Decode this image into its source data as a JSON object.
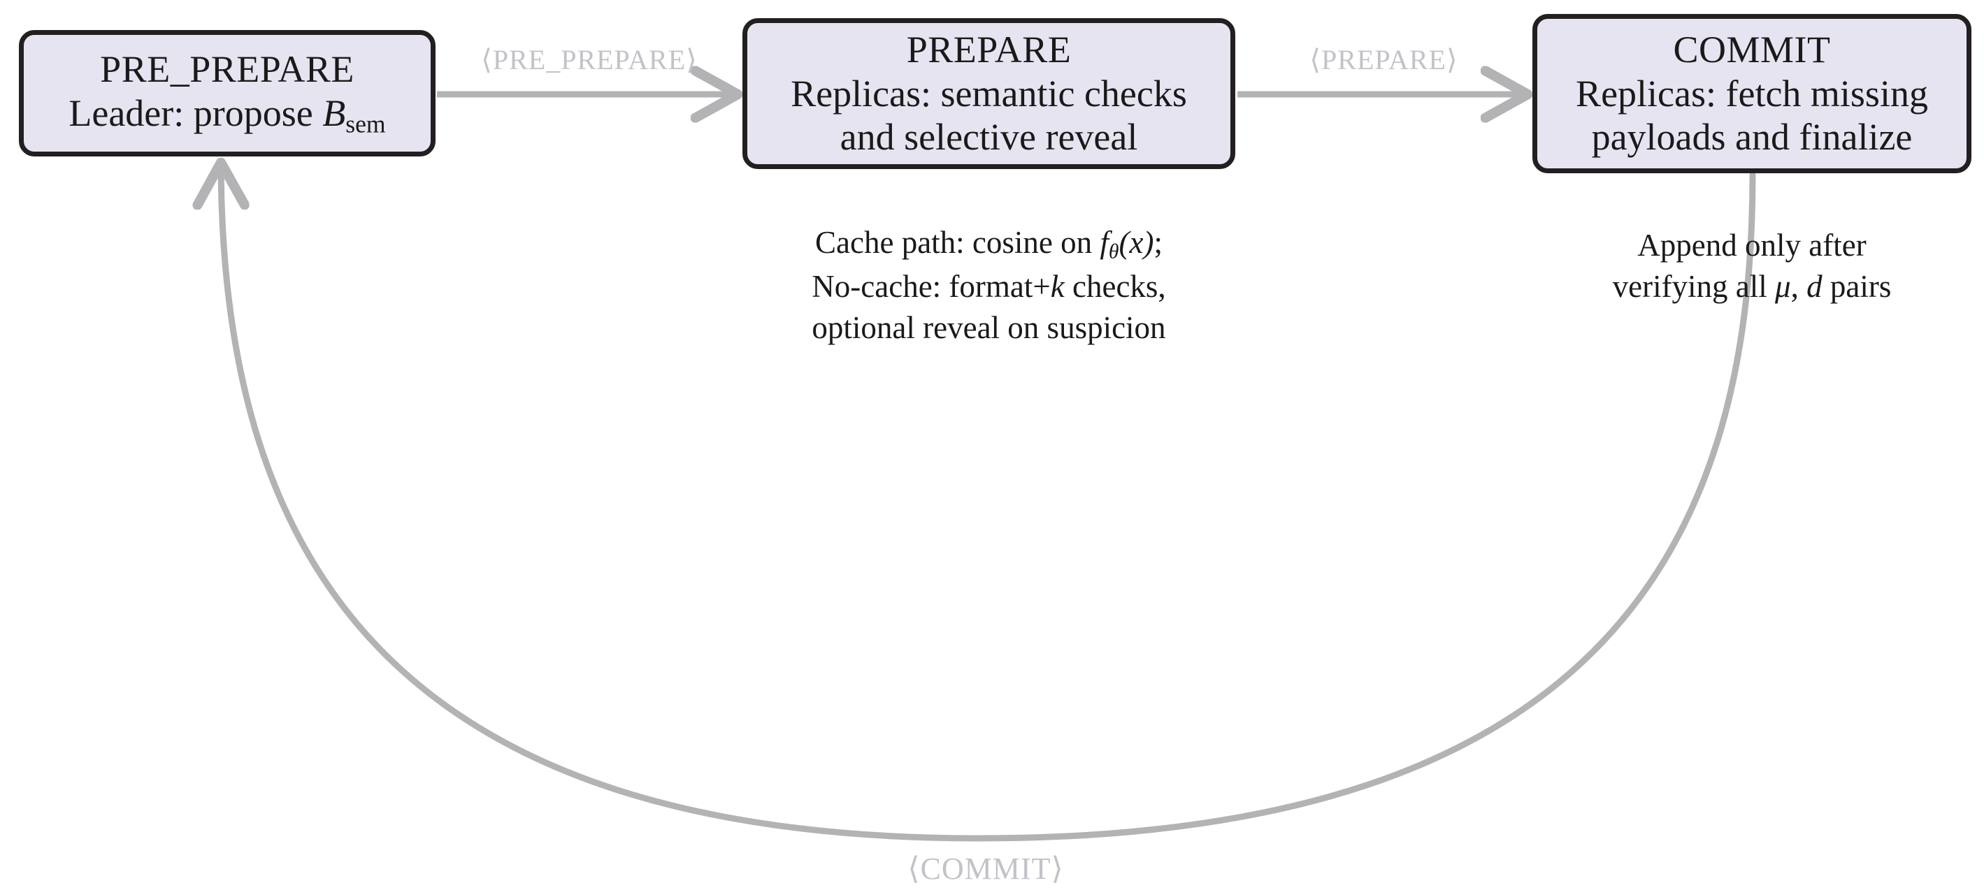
{
  "diagram": {
    "type": "flow-diagram",
    "title": "Three-phase consensus protocol flow",
    "colors": {
      "box_fill": "#e6e4f0",
      "box_border": "#231f20",
      "arrow": "#b3b3b6",
      "edge_label": "#c2c2c8",
      "text": "#1a1a1a",
      "background": "#ffffff"
    }
  },
  "nodes": [
    {
      "id": "pre_prepare",
      "title": "PRE_PREPARE",
      "desc_plain": "Leader: propose B_sem",
      "desc_prefix": "Leader: propose ",
      "desc_symbol": "B",
      "desc_subscript": "sem"
    },
    {
      "id": "prepare",
      "title": "PREPARE",
      "desc_line1": "Replicas: semantic checks",
      "desc_line2": "and selective reveal"
    },
    {
      "id": "commit",
      "title": "COMMIT",
      "desc_line1": "Replicas: fetch missing",
      "desc_line2": "payloads and finalize"
    }
  ],
  "edges": [
    {
      "id": "e1",
      "from": "pre_prepare",
      "to": "prepare",
      "label": "⟨PRE_PREPARE⟩"
    },
    {
      "id": "e2",
      "from": "prepare",
      "to": "commit",
      "label": "⟨PREPARE⟩"
    },
    {
      "id": "e3",
      "from": "commit",
      "to": "pre_prepare",
      "label": "⟨COMMIT⟩",
      "style": "curved-return"
    }
  ],
  "captions": {
    "prepare": {
      "line1_prefix": "Cache path: cosine on ",
      "line1_f": "f",
      "line1_theta": "θ",
      "line1_arg": "(x)",
      "line1_tail": ";",
      "line2_prefix": "No-cache: format+",
      "line2_k": "k",
      "line2_tail": " checks,",
      "line3": "optional reveal on suspicion"
    },
    "commit": {
      "line1": "Append only after",
      "line2_prefix": "verifying all ",
      "line2_mu": "μ",
      "line2_comma": ", ",
      "line2_d": "d",
      "line2_tail": " pairs"
    }
  }
}
